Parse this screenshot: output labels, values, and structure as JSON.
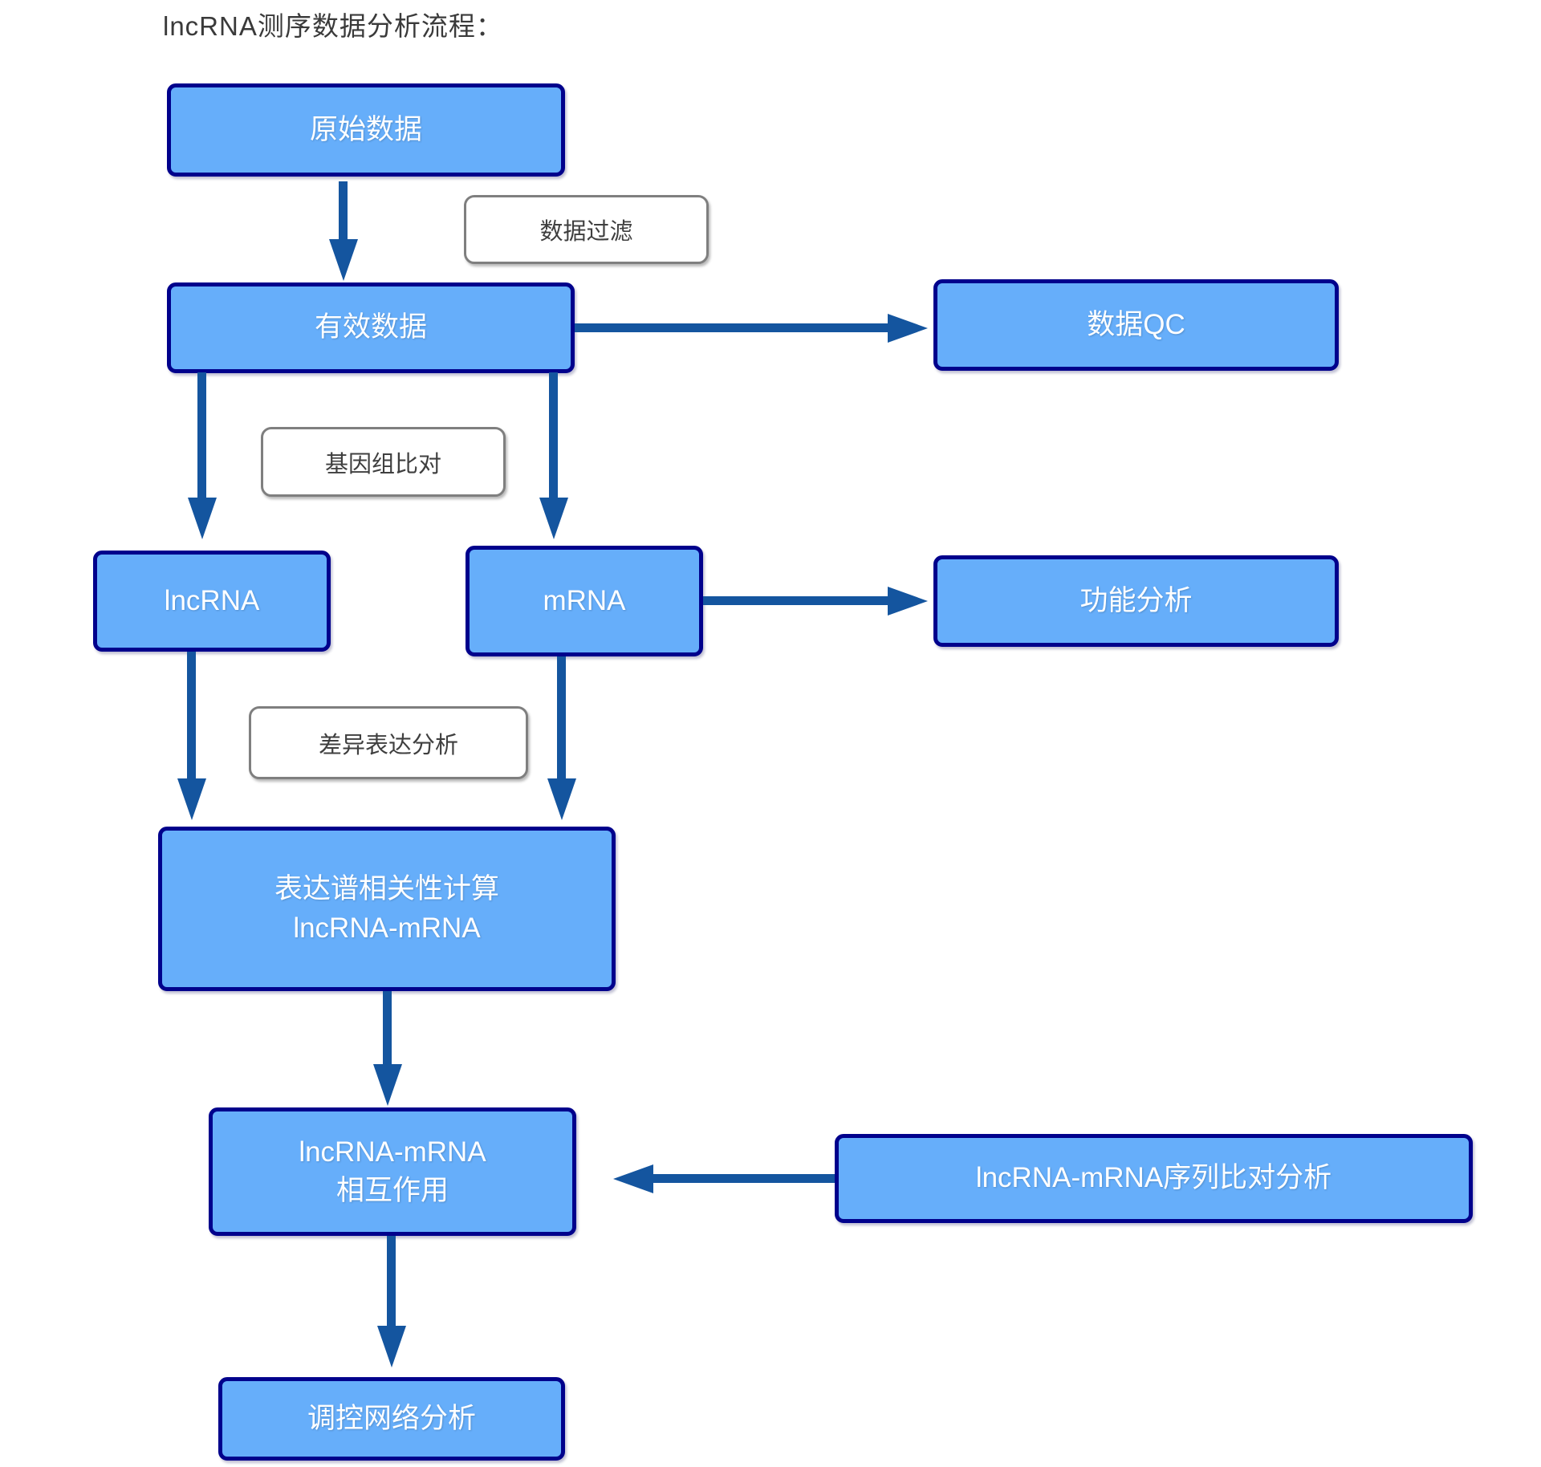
{
  "title": "lncRNA测序数据分析流程：",
  "nodes": {
    "raw": "原始数据",
    "valid": "有效数据",
    "qc": "数据QC",
    "lncrna": "lncRNA",
    "mrna": "mRNA",
    "func": "功能分析",
    "corr_line1": "表达谱相关性计算",
    "corr_line2": "lncRNA-mRNA",
    "inter_line1": "lncRNA-mRNA",
    "inter_line2": "相互作用",
    "seq": "lncRNA-mRNA序列比对分析",
    "network": "调控网络分析"
  },
  "labels": {
    "filter": "数据过滤",
    "align": "基因组比对",
    "diff": "差异表达分析"
  },
  "colors": {
    "background": "#ffffff",
    "node_fill": "#66aefa",
    "node_border": "#01018c",
    "node_text": "#ffffff",
    "arrow": "#14559f",
    "label_border": "#7f7f7f",
    "label_text": "#3f3f3f",
    "title_text": "#3a3a3a"
  }
}
